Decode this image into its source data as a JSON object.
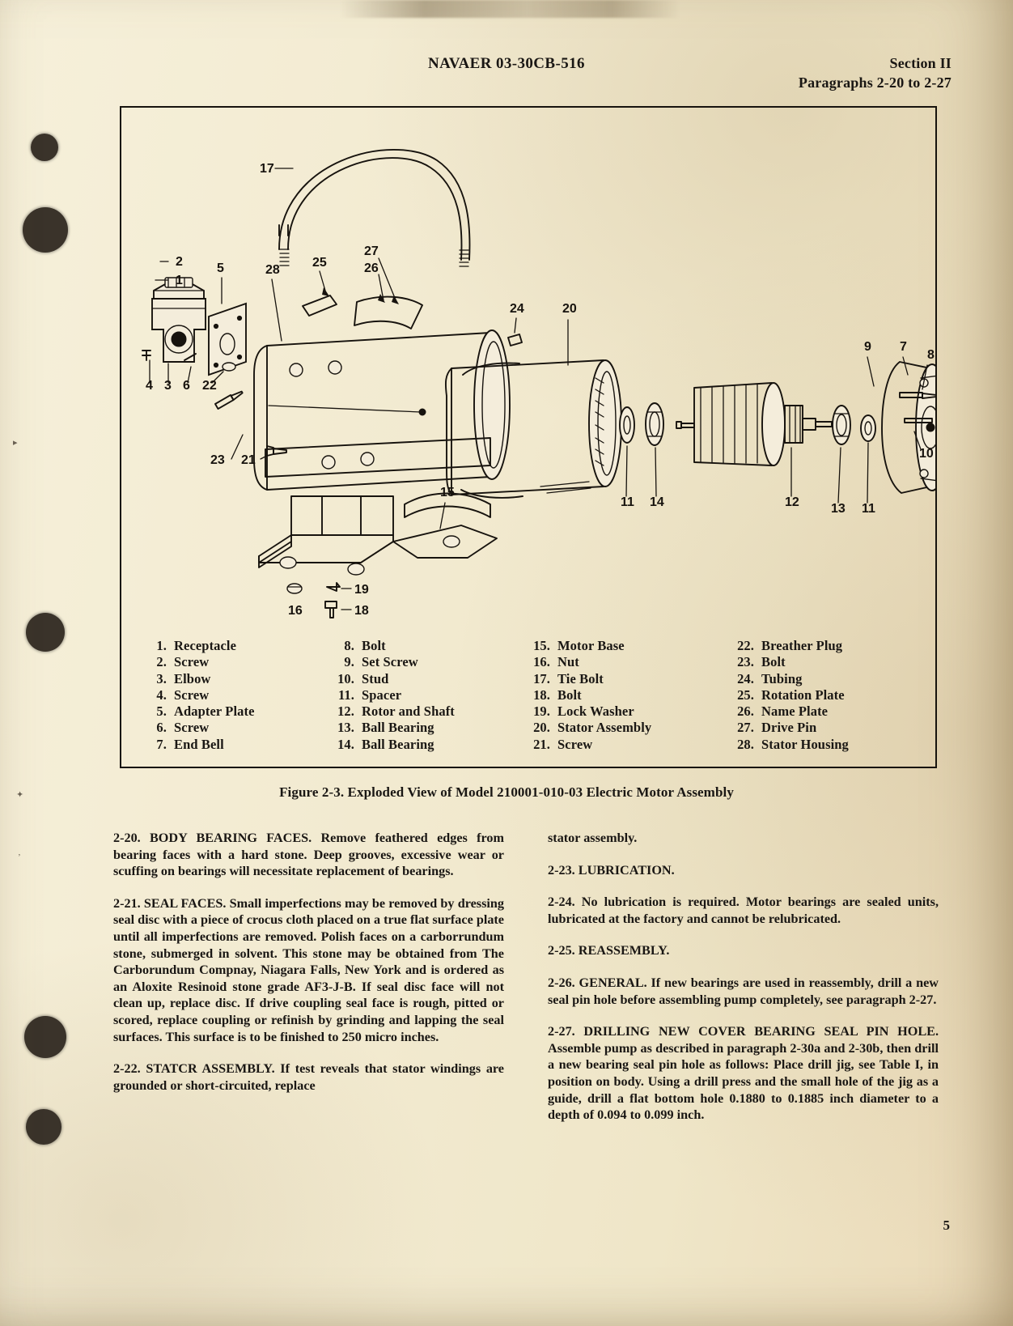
{
  "page": {
    "doc_id": "NAVAER 03-30CB-516",
    "section": "Section II",
    "paragraph_range": "Paragraphs 2-20 to 2-27",
    "page_number": "5"
  },
  "figure": {
    "caption": "Figure 2-3.  Exploded View of Model 210001-010-03 Electric Motor Assembly",
    "callouts": [
      "1",
      "2",
      "3",
      "4",
      "5",
      "6",
      "7",
      "8",
      "9",
      "10",
      "11",
      "12",
      "13",
      "14",
      "15",
      "16",
      "17",
      "18",
      "19",
      "20",
      "21",
      "22",
      "23",
      "24",
      "25",
      "26",
      "27",
      "28"
    ],
    "parts": [
      {
        "num": "1.",
        "name": "Receptacle"
      },
      {
        "num": "2.",
        "name": "Screw"
      },
      {
        "num": "3.",
        "name": "Elbow"
      },
      {
        "num": "4.",
        "name": "Screw"
      },
      {
        "num": "5.",
        "name": "Adapter Plate"
      },
      {
        "num": "6.",
        "name": "Screw"
      },
      {
        "num": "7.",
        "name": "End Bell"
      },
      {
        "num": "8.",
        "name": "Bolt"
      },
      {
        "num": "9.",
        "name": "Set Screw"
      },
      {
        "num": "10.",
        "name": "Stud"
      },
      {
        "num": "11.",
        "name": "Spacer"
      },
      {
        "num": "12.",
        "name": "Rotor and Shaft"
      },
      {
        "num": "13.",
        "name": "Ball Bearing"
      },
      {
        "num": "14.",
        "name": "Ball Bearing"
      },
      {
        "num": "15.",
        "name": "Motor Base"
      },
      {
        "num": "16.",
        "name": "Nut"
      },
      {
        "num": "17.",
        "name": "Tie Bolt"
      },
      {
        "num": "18.",
        "name": "Bolt"
      },
      {
        "num": "19.",
        "name": "Lock Washer"
      },
      {
        "num": "20.",
        "name": "Stator Assembly"
      },
      {
        "num": "21.",
        "name": "Screw"
      },
      {
        "num": "22.",
        "name": "Breather Plug"
      },
      {
        "num": "23.",
        "name": "Bolt"
      },
      {
        "num": "24.",
        "name": "Tubing"
      },
      {
        "num": "25.",
        "name": "Rotation Plate"
      },
      {
        "num": "26.",
        "name": "Name Plate"
      },
      {
        "num": "27.",
        "name": "Drive Pin"
      },
      {
        "num": "28.",
        "name": "Stator Housing"
      }
    ]
  },
  "body": {
    "left": [
      "2-20. BODY BEARING FACES.  Remove feathered edges from bearing faces with a hard stone.  Deep grooves,  excessive wear or scuffing on bearings will necessitate replacement of bearings.",
      "2-21. SEAL FACES.  Small imperfections may be removed by dressing seal disc with a piece of crocus cloth placed on a true flat surface plate until all imperfections are removed.   Polish faces on a carborrundum stone, submerged in solvent.  This stone may be obtained from The Carborundum Compnay, Niagara Falls, New York and is ordered as an Aloxite Resinoid stone grade AF3-J-B.  If seal disc face will not clean up, replace disc.  If drive coupling seal face is rough, pitted or scored,  replace coupling or refinish by grinding and lapping the seal surfaces.  This surface is to be finished to 250 micro inches.",
      "2-22. STATCR ASSEMBLY.  If test reveals that stator windings are grounded or short-circuited, replace"
    ],
    "right": [
      "stator assembly.",
      "2-23.  LUBRICATION.",
      "2-24. No lubrication is required.  Motor bearings are sealed units, lubricated at the factory and cannot be relubricated.",
      "2-25. REASSEMBLY.",
      "2-26. GENERAL.  If new bearings are used in reassembly, drill a new seal pin hole before assembling pump completely, see paragraph 2-27.",
      "2-27. DRILLING NEW COVER BEARING SEAL PIN HOLE.  Assemble pump as described in paragraph 2-30a and 2-30b, then drill a new bearing seal pin hole as follows:  Place drill jig, see Table I, in position on body.  Using a drill press and the small hole of the jig as a guide, drill a flat bottom hole 0.1880 to 0.1885 inch diameter to a depth of 0.094 to 0.099 inch."
    ]
  }
}
